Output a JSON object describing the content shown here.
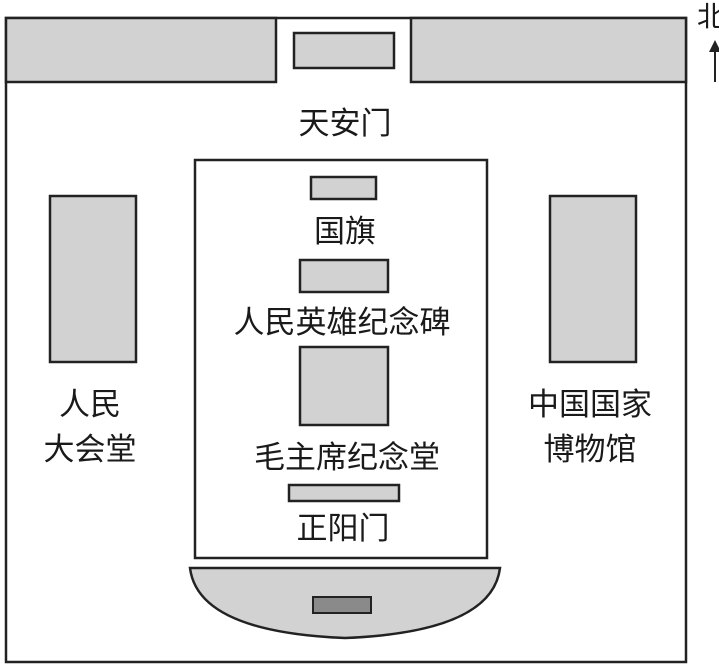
{
  "compass": {
    "label": "北"
  },
  "labels": {
    "tiananmen": "天安门",
    "flag": "国旗",
    "monument": "人民英雄纪念碑",
    "hall_line1": "人民",
    "hall_line2": "大会堂",
    "mausoleum": "毛主席纪念堂",
    "museum_line1": "中国国家",
    "museum_line2": "博物馆",
    "zhengyangmen": "正阳门"
  },
  "colors": {
    "building_fill": "#d2d2d2",
    "outline": "#222222",
    "background": "#ffffff"
  }
}
